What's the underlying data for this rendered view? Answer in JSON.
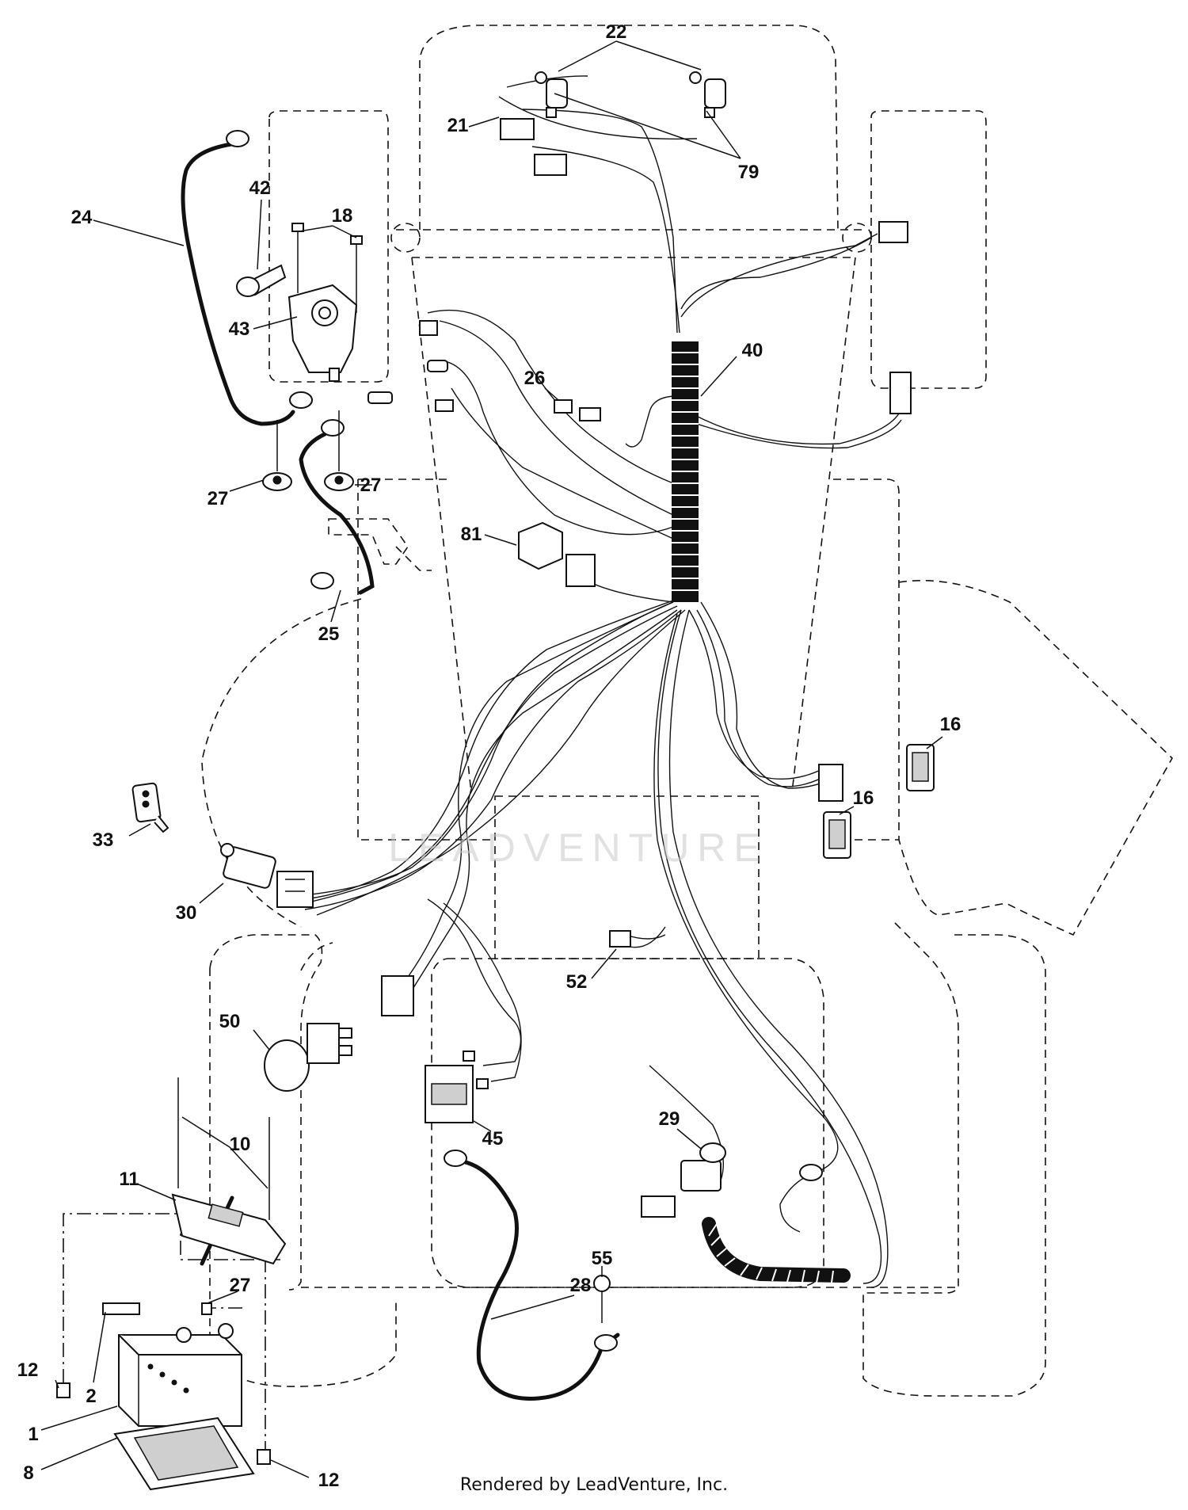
{
  "callouts": [
    {
      "id": "22",
      "text": "22"
    },
    {
      "id": "21",
      "text": "21"
    },
    {
      "id": "79",
      "text": "79"
    },
    {
      "id": "24",
      "text": "24"
    },
    {
      "id": "42",
      "text": "42"
    },
    {
      "id": "18",
      "text": "18"
    },
    {
      "id": "43",
      "text": "43"
    },
    {
      "id": "40",
      "text": "40"
    },
    {
      "id": "26",
      "text": "26"
    },
    {
      "id": "27a",
      "text": "27"
    },
    {
      "id": "27b",
      "text": "27"
    },
    {
      "id": "81",
      "text": "81"
    },
    {
      "id": "25",
      "text": "25"
    },
    {
      "id": "16a",
      "text": "16"
    },
    {
      "id": "16b",
      "text": "16"
    },
    {
      "id": "33",
      "text": "33"
    },
    {
      "id": "30",
      "text": "30"
    },
    {
      "id": "52",
      "text": "52"
    },
    {
      "id": "50",
      "text": "50"
    },
    {
      "id": "45",
      "text": "45"
    },
    {
      "id": "29",
      "text": "29"
    },
    {
      "id": "10",
      "text": "10"
    },
    {
      "id": "11",
      "text": "11"
    },
    {
      "id": "27c",
      "text": "27"
    },
    {
      "id": "55",
      "text": "55"
    },
    {
      "id": "28",
      "text": "28"
    },
    {
      "id": "12a",
      "text": "12"
    },
    {
      "id": "2",
      "text": "2"
    },
    {
      "id": "1",
      "text": "1"
    },
    {
      "id": "8",
      "text": "8"
    },
    {
      "id": "12b",
      "text": "12"
    }
  ],
  "watermark": "LEADVENTURE",
  "footer": "Rendered by LeadVenture, Inc."
}
